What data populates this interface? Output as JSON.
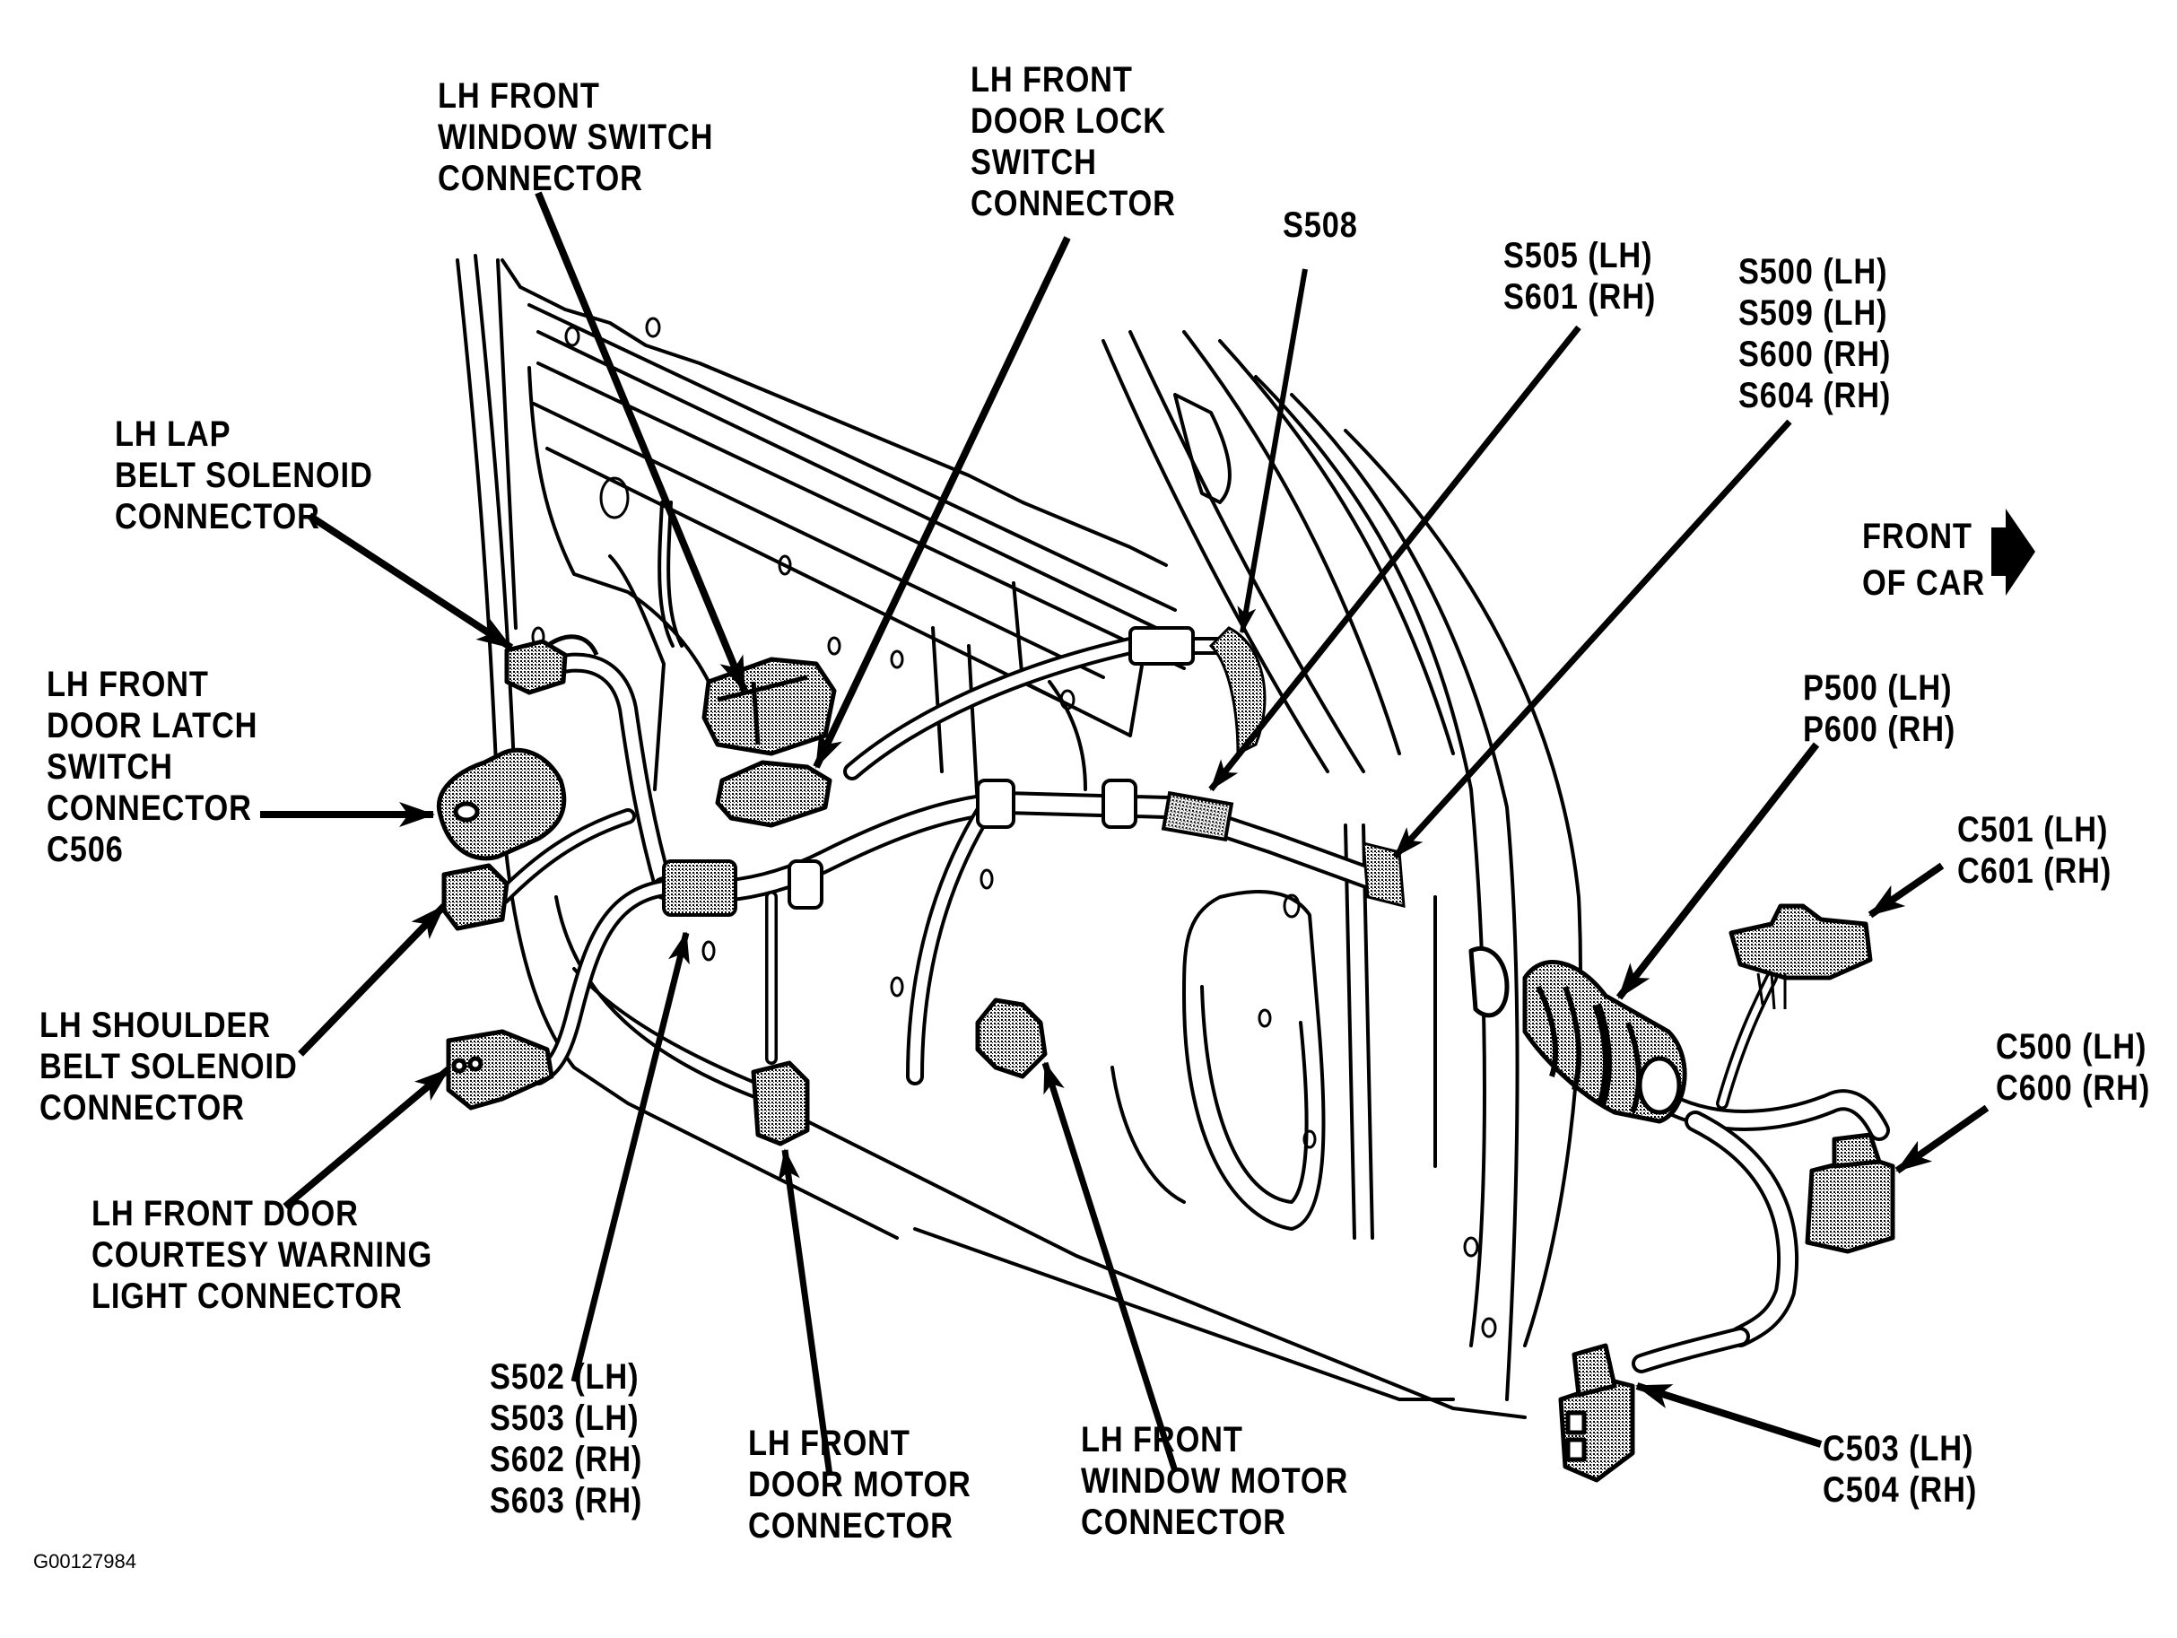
{
  "figure_id": "G00127984",
  "colors": {
    "ink": "#000000",
    "paper": "#ffffff",
    "stipple": "#8a8a8a"
  },
  "orientation": {
    "lines": [
      "FRONT",
      "OF CAR"
    ],
    "icon": "arrow-right-icon"
  },
  "labels": {
    "window_switch": {
      "lines": [
        "LH FRONT",
        "WINDOW SWITCH",
        "CONNECTOR"
      ]
    },
    "door_lock_switch": {
      "lines": [
        "LH FRONT",
        "DOOR LOCK",
        "SWITCH",
        "CONNECTOR"
      ]
    },
    "s508": {
      "lines": [
        "S508"
      ]
    },
    "s505": {
      "lines": [
        "S505 (LH)",
        "S601 (RH)"
      ]
    },
    "s500": {
      "lines": [
        "S500 (LH)",
        "S509 (LH)",
        "S600 (RH)",
        "S604 (RH)"
      ]
    },
    "lap_belt": {
      "lines": [
        "LH LAP",
        "BELT SOLENOID",
        "CONNECTOR"
      ]
    },
    "door_latch": {
      "lines": [
        "LH FRONT",
        "DOOR LATCH",
        "SWITCH",
        "CONNECTOR",
        "C506"
      ]
    },
    "shoulder_belt": {
      "lines": [
        "LH SHOULDER",
        "BELT SOLENOID",
        "CONNECTOR"
      ]
    },
    "courtesy_light": {
      "lines": [
        "LH FRONT DOOR",
        "COURTESY WARNING",
        "LIGHT CONNECTOR"
      ]
    },
    "s502": {
      "lines": [
        "S502 (LH)",
        "S503 (LH)",
        "S602 (RH)",
        "S603 (RH)"
      ]
    },
    "door_motor": {
      "lines": [
        "LH FRONT",
        "DOOR MOTOR",
        "CONNECTOR"
      ]
    },
    "window_motor": {
      "lines": [
        "LH FRONT",
        "WINDOW MOTOR",
        "CONNECTOR"
      ]
    },
    "p500": {
      "lines": [
        "P500 (LH)",
        "P600 (RH)"
      ]
    },
    "c501": {
      "lines": [
        "C501 (LH)",
        "C601 (RH)"
      ]
    },
    "c500": {
      "lines": [
        "C500 (LH)",
        "C600 (RH)"
      ]
    },
    "c503": {
      "lines": [
        "C503 (LH)",
        "C504 (RH)"
      ]
    }
  }
}
